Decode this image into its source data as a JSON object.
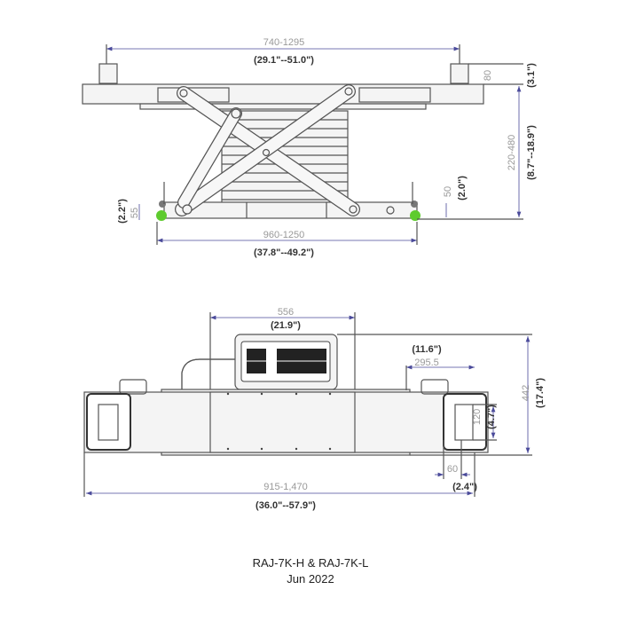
{
  "side_view": {
    "width_mm": "740-1295",
    "width_in": "(29.1\"--51.0\")",
    "post_height_mm": "80",
    "post_height_in": "(3.1\")",
    "lift_height_mm": "220-480",
    "lift_height_in": "(8.7\"--18.9\")",
    "roller_height_mm": "50",
    "roller_height_in": "(2.0\")",
    "foot_height_mm": "55",
    "foot_height_in": "(2.2\")",
    "base_width_mm": "960-1250",
    "base_width_in": "(37.8\"--49.2\")"
  },
  "top_view": {
    "center_width_mm": "556",
    "center_width_in": "(21.9\")",
    "arm_length_in": "(11.6\")",
    "arm_length_mm": "295.5",
    "depth_mm": "442",
    "depth_in": "(17.4\")",
    "pad_length_mm": "120",
    "pad_length_in": "(4.7\")",
    "pad_width_mm": "60",
    "pad_width_in": "(2.4\")",
    "overall_width_mm": "915-1,470",
    "overall_width_in": "(36.0\"--57.9\")"
  },
  "caption": {
    "model": "RAJ-7K-H & RAJ-7K-L",
    "date": "Jun 2022"
  },
  "colors": {
    "dimension_line": "#4a4a9a",
    "foot_highlight": "#5ecb2e"
  }
}
